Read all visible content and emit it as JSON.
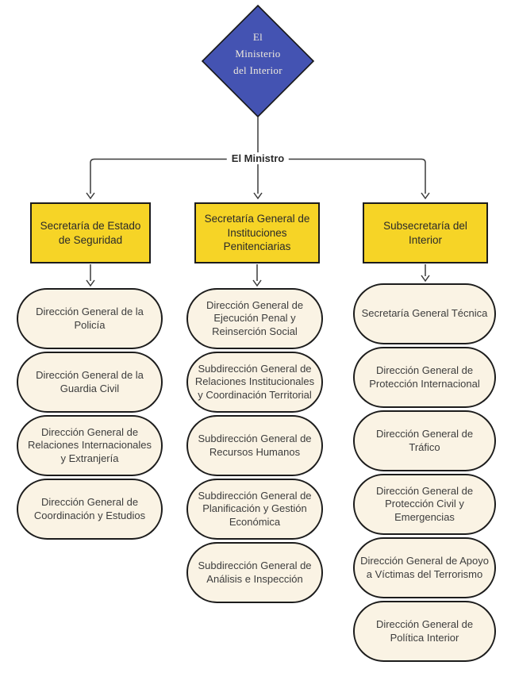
{
  "chart": {
    "root_lines": [
      "El",
      "Ministerio",
      "del Interior"
    ],
    "root_title": "El Ministerio del Interior",
    "minister_label": "El Ministro",
    "branches": [
      {
        "label": "Secretaría de Estado de Seguridad",
        "children": [
          "Dirección General de la Policía",
          "Dirección General de la Guardia Civil",
          "Dirección General de Relaciones Internacionales y Extranjería",
          "Dirección General de Coordinación y Estudios"
        ]
      },
      {
        "label": "Secretaría General de Instituciones Penitenciarias",
        "children": [
          "Dirección General de Ejecución Penal y Reinserción Social",
          "Subdirección General de Relaciones Institucionales y Coordinación Territorial",
          "Subdirección General de Recursos Humanos",
          "Subdirección General de Planificación y Gestión Económica",
          "Subdirección General de Análisis e Inspección"
        ]
      },
      {
        "label": "Subsecretaría del Interior",
        "children": [
          "Secretaría General Técnica",
          "Dirección General de Protección Internacional",
          "Dirección General de Tráfico",
          "Dirección General de Protección Civil y Emergencias",
          "Dirección General de Apoyo a Víctimas del Terrorismo",
          "Dirección General de Política Interior"
        ]
      }
    ],
    "colors": {
      "diamond_fill": "#4453b2",
      "branch_fill": "#f6d426",
      "node_fill": "#faf3e4",
      "outline": "#1c1c1c",
      "connector": "#3a3a3a"
    }
  }
}
